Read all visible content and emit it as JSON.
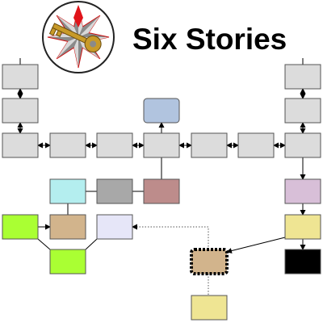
{
  "title": "Six Stories",
  "colors": {
    "grey": "#dcdcdc",
    "blue": "#b1c4df",
    "cyan": "#b4eeef",
    "dark_grey": "#a8a8a8",
    "rose": "#bd8c8b",
    "lime": "#aaff33",
    "tan": "#d2b48c",
    "lavender": "#e6e6f8",
    "thistle": "#d8bfd8",
    "khaki": "#efe593",
    "black": "#000000",
    "logo_gold": "#c89a28",
    "logo_red": "#e0141a"
  },
  "logo": {
    "icon": "compass-star-with-key-icon"
  },
  "nodes": [
    {
      "id": "L1",
      "color": "grey"
    },
    {
      "id": "L2",
      "color": "grey"
    },
    {
      "id": "L3",
      "color": "grey"
    },
    {
      "id": "R1",
      "color": "grey"
    },
    {
      "id": "R2",
      "color": "grey"
    },
    {
      "id": "R3",
      "color": "grey"
    },
    {
      "id": "M1",
      "color": "grey"
    },
    {
      "id": "M2",
      "color": "grey"
    },
    {
      "id": "M3",
      "color": "grey"
    },
    {
      "id": "M4",
      "color": "grey"
    },
    {
      "id": "M5",
      "color": "grey"
    },
    {
      "id": "B",
      "color": "blue"
    },
    {
      "id": "C",
      "color": "cyan"
    },
    {
      "id": "G",
      "color": "dark_grey"
    },
    {
      "id": "P",
      "color": "rose"
    },
    {
      "id": "Y",
      "color": "lime"
    },
    {
      "id": "T",
      "color": "tan"
    },
    {
      "id": "V",
      "color": "lavender"
    },
    {
      "id": "Y2",
      "color": "lime"
    },
    {
      "id": "TH",
      "color": "thistle"
    },
    {
      "id": "K1",
      "color": "khaki"
    },
    {
      "id": "BK",
      "color": "black"
    },
    {
      "id": "TD",
      "color": "tan",
      "dotted": true
    },
    {
      "id": "K2",
      "color": "khaki"
    }
  ],
  "edges": [
    {
      "from": "L1",
      "to": "L2",
      "style": "both"
    },
    {
      "from": "L2",
      "to": "L3",
      "style": "both"
    },
    {
      "from": "R1",
      "to": "R2",
      "style": "both"
    },
    {
      "from": "R2",
      "to": "R3",
      "style": "both"
    },
    {
      "from": "L3",
      "to": "M1",
      "style": "both"
    },
    {
      "from": "M1",
      "to": "M2",
      "style": "both"
    },
    {
      "from": "M2",
      "to": "M3",
      "style": "both"
    },
    {
      "from": "M3",
      "to": "M4",
      "style": "both"
    },
    {
      "from": "M4",
      "to": "M5",
      "style": "both"
    },
    {
      "from": "M5",
      "to": "R3",
      "style": "both"
    },
    {
      "from": "M3",
      "to": "B",
      "style": "arrow"
    },
    {
      "from": "P",
      "to": "M3",
      "style": "plain"
    },
    {
      "from": "C",
      "to": "G",
      "style": "plain"
    },
    {
      "from": "G",
      "to": "P",
      "style": "plain"
    },
    {
      "from": "T",
      "to": "C",
      "style": "plain"
    },
    {
      "from": "Y",
      "to": "T",
      "style": "arrow"
    },
    {
      "from": "T",
      "to": "Y2",
      "style": "plain"
    },
    {
      "from": "V",
      "to": "Y2",
      "style": "plain"
    },
    {
      "from": "R3",
      "to": "TH",
      "style": "arrow"
    },
    {
      "from": "TH",
      "to": "K1",
      "style": "arrow"
    },
    {
      "from": "K1",
      "to": "BK",
      "style": "arrow"
    },
    {
      "from": "K1",
      "to": "TD",
      "style": "arrow"
    },
    {
      "from": "TD",
      "to": "V",
      "style": "dotted-arrow"
    },
    {
      "from": "TD",
      "to": "K2",
      "style": "dotted"
    }
  ]
}
